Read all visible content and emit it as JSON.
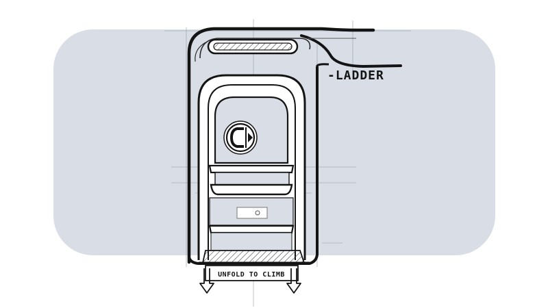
{
  "sketch": {
    "callout_label": "-LADDER",
    "instruction_label": "UNFOLD TO CLIMB",
    "logo_letter": "C"
  },
  "colors": {
    "panel": "#d9dee6",
    "ink": "#141414",
    "construction": "#9aa0a8",
    "paper": "#ffffff"
  },
  "icons": [
    "smart-logo-icon",
    "arrow-down-icon",
    "keyhole-icon"
  ]
}
